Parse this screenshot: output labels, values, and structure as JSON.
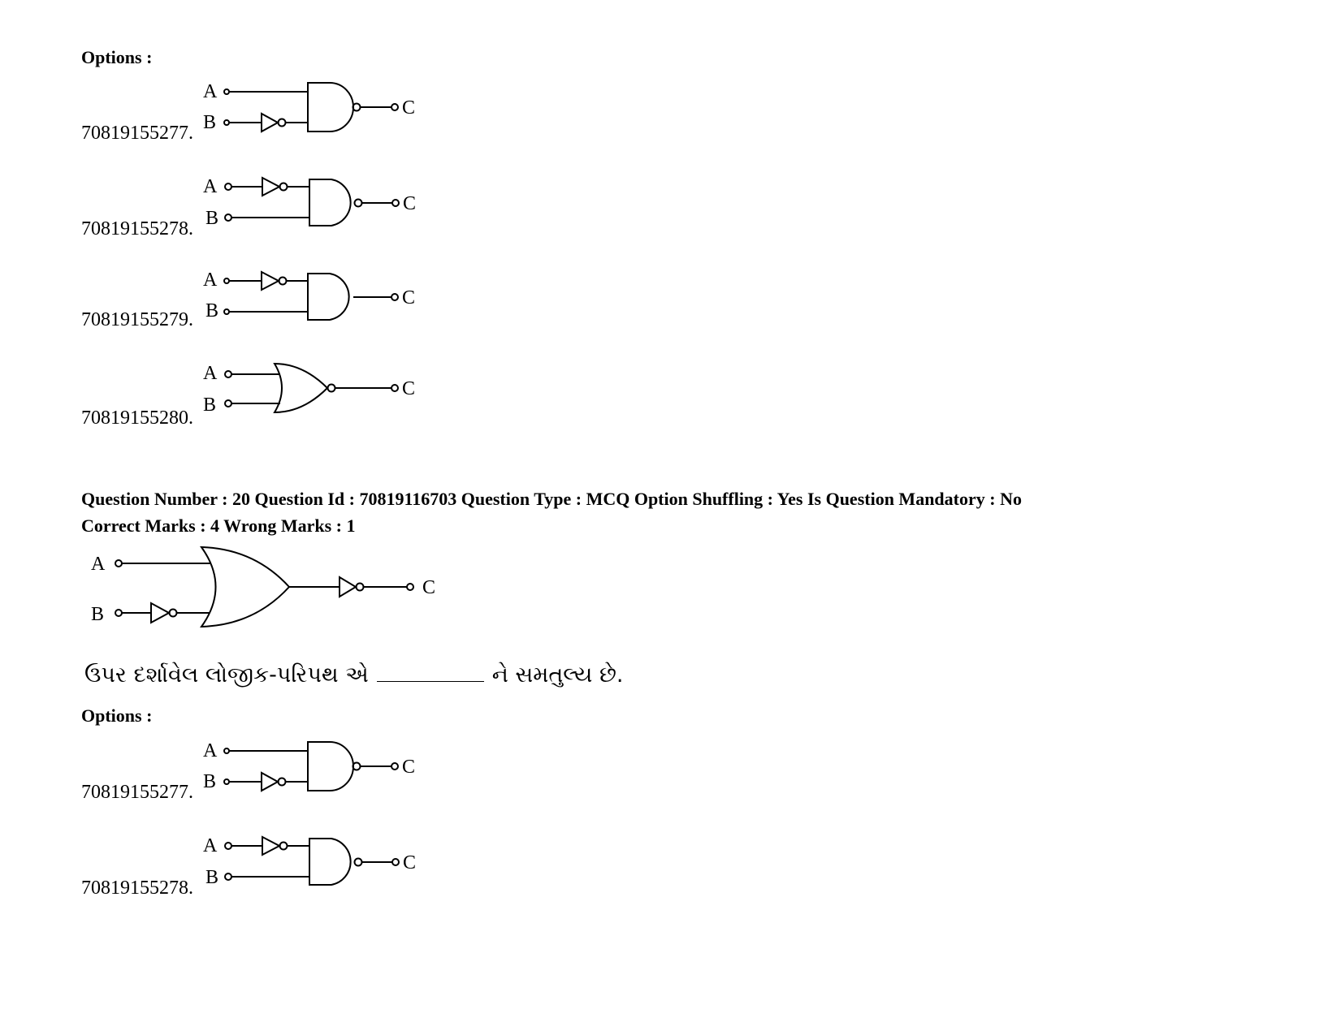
{
  "first_block": {
    "options_label": "Options :",
    "options": [
      {
        "id": "70819155277.",
        "diagram": "nand-gate-with-not-on-b-icon"
      },
      {
        "id": "70819155278.",
        "diagram": "nand-gate-with-not-on-a-icon"
      },
      {
        "id": "70819155279.",
        "diagram": "and-gate-with-not-on-a-icon"
      },
      {
        "id": "70819155280.",
        "diagram": "nor-gate-icon"
      }
    ]
  },
  "question": {
    "header_line1": "Question Number : 20 Question Id : 70819116703 Question Type : MCQ Option Shuffling : Yes Is Question Mandatory : No",
    "header_line2": "Correct Marks : 4 Wrong Marks : 1",
    "circuit": {
      "input_a": "A",
      "input_b": "B",
      "output": "C",
      "diagram": "or-gate-not-b-input-not-output-icon"
    },
    "text_before": "ઉપર દર્શાવેલ લોજીક-પરિપથ એ",
    "text_after": "ને સમતુલ્ય છે."
  },
  "second_block": {
    "options_label": "Options :",
    "options": [
      {
        "id": "70819155277.",
        "diagram": "nand-gate-with-not-on-b-icon"
      },
      {
        "id": "70819155278.",
        "diagram": "nand-gate-with-not-on-a-icon"
      }
    ]
  },
  "labels": {
    "a": "A",
    "b": "B",
    "c": "C"
  }
}
